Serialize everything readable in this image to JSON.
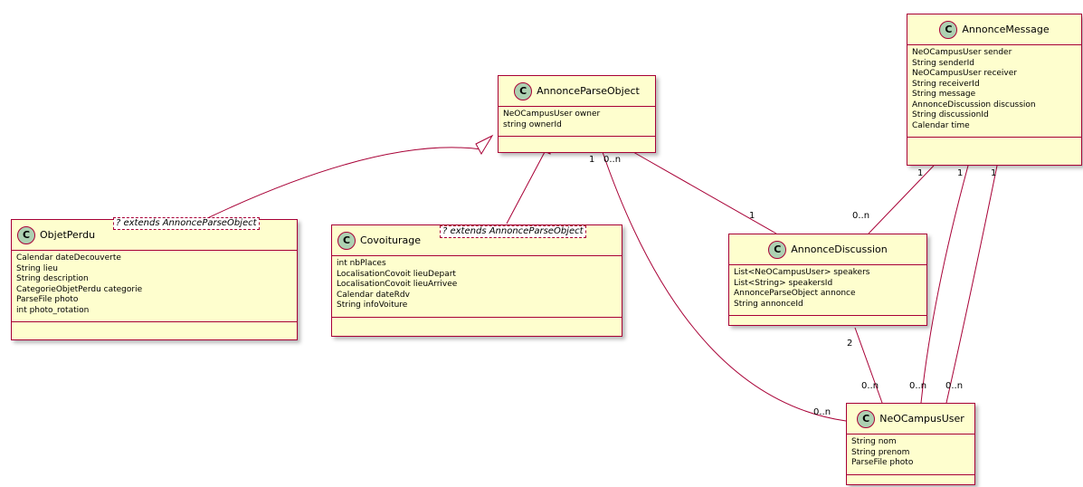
{
  "classes": {
    "annonce_parse_object": {
      "badge": "C",
      "name": "AnnonceParseObject",
      "attributes": [
        "NeOCampusUser owner",
        "string ownerId"
      ]
    },
    "annonce_message": {
      "badge": "C",
      "name": "AnnonceMessage",
      "attributes": [
        "NeOCampusUser sender",
        "String senderId",
        "NeOCampusUser receiver",
        "String receiverId",
        "String message",
        "AnnonceDiscussion discussion",
        "String discussionId",
        "Calendar time"
      ]
    },
    "objet_perdu": {
      "badge": "C",
      "name": "ObjetPerdu",
      "type_param": "? extends AnnonceParseObject",
      "attributes": [
        "Calendar dateDecouverte",
        "String lieu",
        "String description",
        "CategorieObjetPerdu categorie",
        "ParseFile photo",
        "int photo_rotation"
      ]
    },
    "covoiturage": {
      "badge": "C",
      "name": "Covoiturage",
      "type_param": "? extends AnnonceParseObject",
      "attributes": [
        "int nbPlaces",
        "LocalisationCovoit lieuDepart",
        "LocalisationCovoit lieuArrivee",
        "Calendar dateRdv",
        "String infoVoiture"
      ]
    },
    "annonce_discussion": {
      "badge": "C",
      "name": "AnnonceDiscussion",
      "attributes": [
        "List<NeOCampusUser> speakers",
        "List<String> speakersId",
        "AnnonceParseObject annonce",
        "String annonceId"
      ]
    },
    "neocampus_user": {
      "badge": "C",
      "name": "NeOCampusUser",
      "attributes": [
        "String nom",
        "String prenom",
        "ParseFile photo"
      ]
    }
  },
  "multiplicities": {
    "apo_to_user_src": "1",
    "apo_to_disc_src": "0..n",
    "apo_to_disc_dst": "1",
    "msg_to_disc_src": "1",
    "msg_to_disc_dst": "0..n",
    "msg_to_user_a_src": "1",
    "msg_to_user_b_src": "1",
    "disc_to_user_src": "2",
    "disc_to_user_dst": "0..n",
    "msg_to_user_a_dst": "0..n",
    "msg_to_user_b_dst": "0..n",
    "apo_to_user_dst": "0..n"
  },
  "colors": {
    "class_fill": "#fefece",
    "class_border": "#a80036",
    "badge_fill": "#add1b2"
  }
}
